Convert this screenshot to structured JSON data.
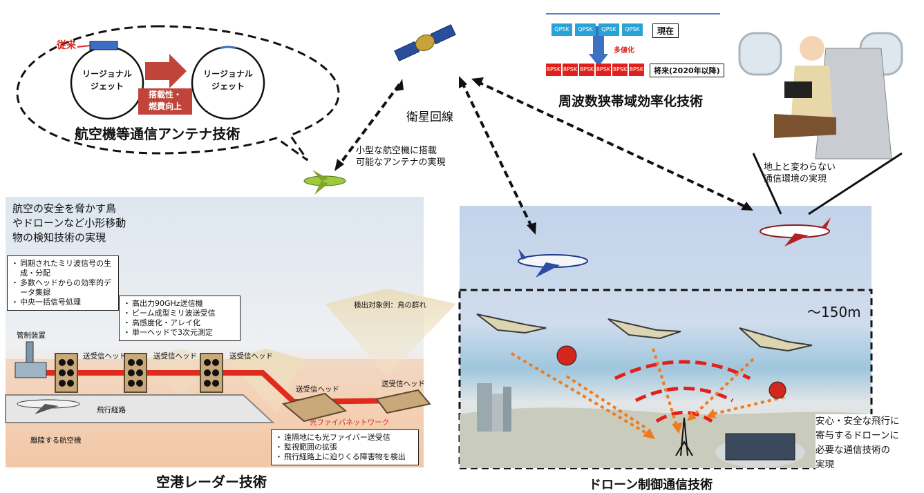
{
  "antenna": {
    "label_legacy": "従来",
    "jet_left": [
      "リージョナル",
      "ジェット"
    ],
    "jet_right": [
      "リージョナル",
      "ジェット"
    ],
    "improve": [
      "搭載性・",
      "燃費向上"
    ],
    "title": "航空機等通信アンテナ技術"
  },
  "satellite": {
    "line_label": "衛星回線",
    "small_aircraft": [
      "小型な航空機に搭載",
      "可能なアンテナの実現"
    ]
  },
  "freq": {
    "current_chip": "QPSK",
    "current_label": "現在",
    "multi": "多値化",
    "future_chip": "8PSK",
    "future_label": "将来(2020年以降)",
    "title": "周波数狭帯域効率化技術"
  },
  "passenger": {
    "caption": [
      "地上と変わらない",
      "通信環境の実現"
    ]
  },
  "radar": {
    "intro": [
      "航空の安全を脅かす鳥",
      "やドローンなど小形移動",
      "物の検知技術の実現"
    ],
    "box1": [
      "同期されたミリ波信号の生成・分配",
      "多数ヘッドからの効率的データ集録",
      "中央一括信号処理"
    ],
    "box2": [
      "高出力90GHz送信機",
      "ビーム成型ミリ波送受信",
      "高感度化・アレイ化",
      "単一ヘッドで3次元測定"
    ],
    "box3": [
      "遠隔地にも光ファイバー送受信",
      "監視範囲の拡張",
      "飛行経路上に迫りくる障害物を検出"
    ],
    "control": "管制装置",
    "head": "送受信ヘッド",
    "flight_path": "飛行経路",
    "departing": "離陸する航空機",
    "fiber": "光ファイバネットワーク",
    "detect": "検出対象例：鳥の群れ",
    "title": "空港レーダー技術"
  },
  "drone": {
    "altitude": "～150m",
    "caption": [
      "安心・安全な飛行に",
      "寄与するドローンに",
      "必要な通信技術の",
      "実現"
    ],
    "title": "ドローン制御通信技術"
  },
  "colors": {
    "red": "#d9261c",
    "sky": "#c7d6ec",
    "panel": "#dde3ec"
  }
}
